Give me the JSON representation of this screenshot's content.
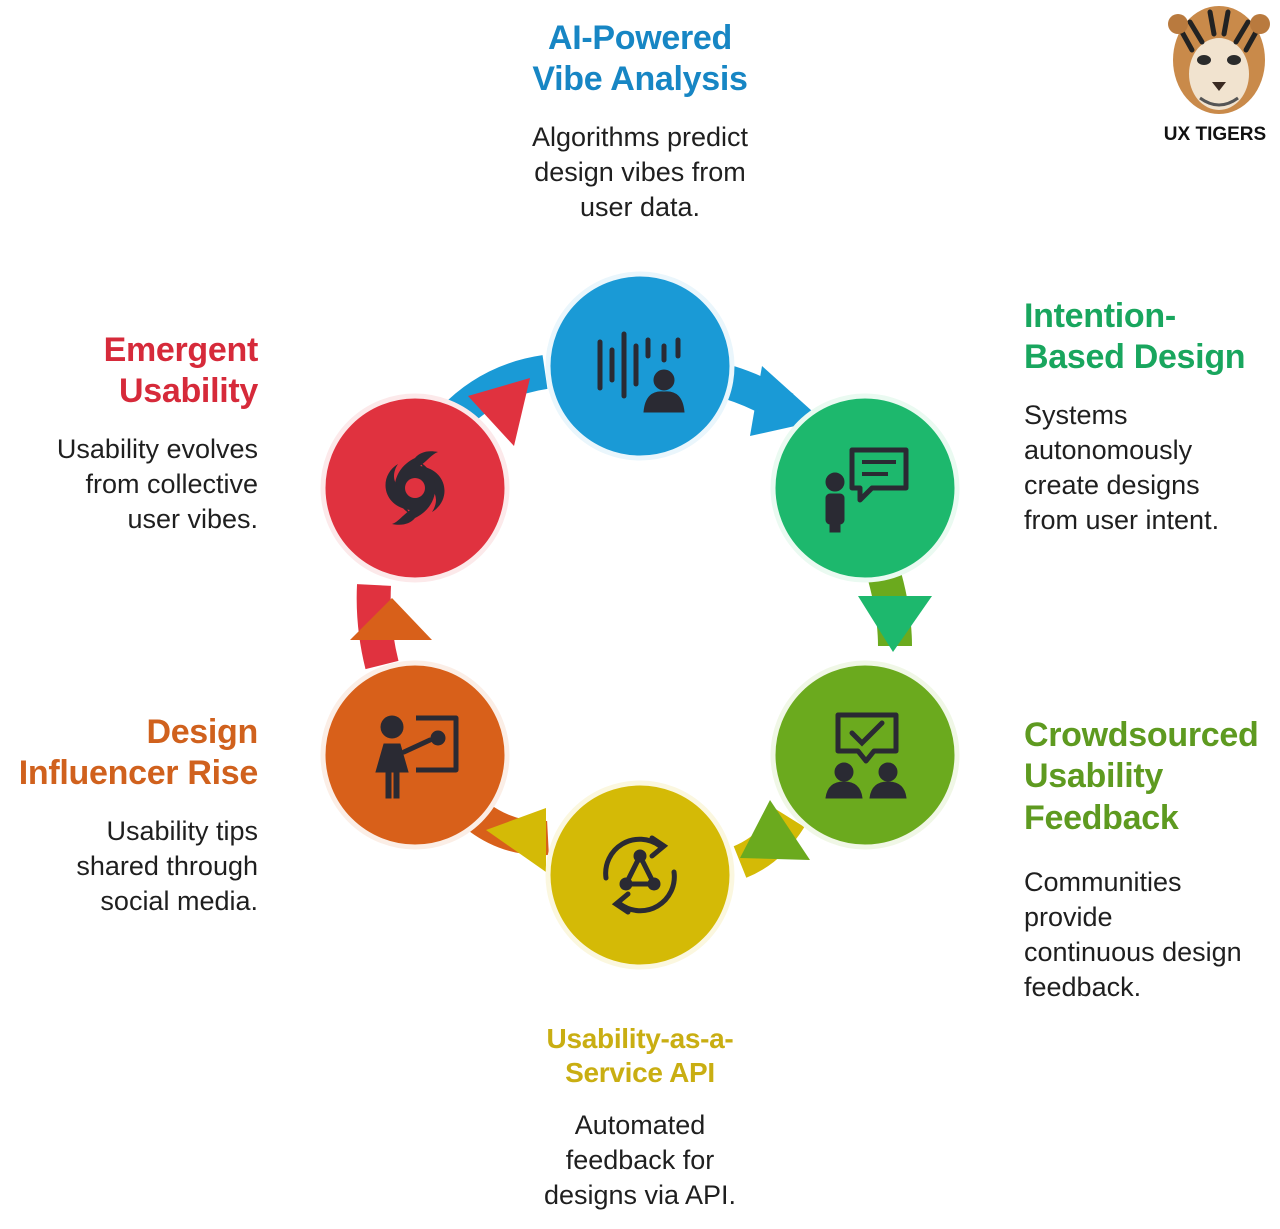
{
  "brand": {
    "name": "UX TIGERS",
    "logo_icon": "tiger-head-icon"
  },
  "colors": {
    "blue": "#1A9AD6",
    "green": "#1DB86D",
    "olive": "#6BAA1E",
    "yellow": "#D4BA06",
    "orange": "#D8601A",
    "red": "#E0323F",
    "title_blue": "#1786C4",
    "title_green": "#19A65E",
    "title_olive": "#5E9A20",
    "title_yellow": "#C9AE12",
    "title_orange": "#D0611D",
    "title_red": "#D62A3A"
  },
  "stages": [
    {
      "id": "ai-vibe-analysis",
      "icon": "sound-wave-user-icon",
      "title": [
        "AI-Powered",
        "Vibe Analysis"
      ],
      "description": [
        "Algorithms predict",
        "design vibes from",
        "user data."
      ]
    },
    {
      "id": "intention-based-design",
      "icon": "person-speech-bubble-icon",
      "title": [
        "Intention-",
        "Based Design"
      ],
      "description": [
        "Systems",
        "autonomously",
        "create designs",
        "from user intent."
      ]
    },
    {
      "id": "crowdsourced-feedback",
      "icon": "group-checkmark-bubble-icon",
      "title": [
        "Crowdsourced",
        "Usability",
        "Feedback"
      ],
      "description": [
        "Communities",
        "provide",
        "continuous design",
        "feedback."
      ]
    },
    {
      "id": "usability-api",
      "icon": "api-cycle-icon",
      "title": [
        "Usability-as-a-",
        "Service API"
      ],
      "description": [
        "Automated",
        "feedback for",
        "designs via API."
      ]
    },
    {
      "id": "design-influencer",
      "icon": "presenter-board-icon",
      "title": [
        "Design",
        "Influencer Rise"
      ],
      "description": [
        "Usability tips",
        "shared through",
        "social media."
      ]
    },
    {
      "id": "emergent-usability",
      "icon": "hurricane-icon",
      "title": [
        "Emergent",
        "Usability"
      ],
      "description": [
        "Usability evolves",
        "from collective",
        "user vibes."
      ]
    }
  ]
}
